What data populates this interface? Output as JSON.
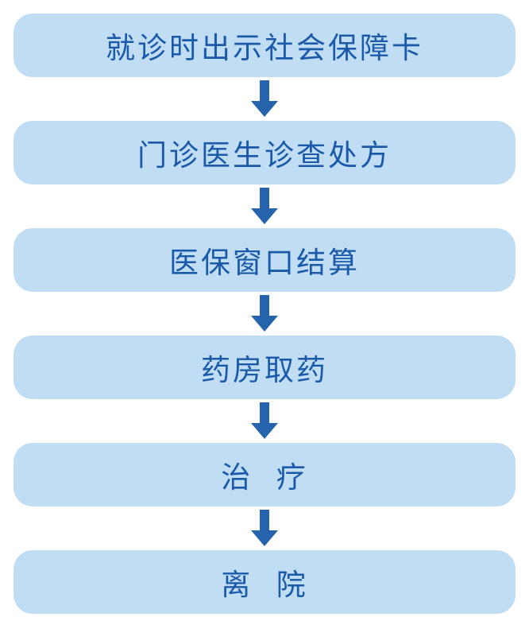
{
  "flow": {
    "steps": [
      {
        "label": "就诊时出示社会保障卡"
      },
      {
        "label": "门诊医生诊查处方"
      },
      {
        "label": "医保窗口结算"
      },
      {
        "label": "药房取药"
      },
      {
        "label": "治  疗"
      },
      {
        "label": "离  院"
      }
    ]
  },
  "colors": {
    "box_fill": "#c1ddf4",
    "text": "#1a5aa8",
    "arrow": "#2563ad"
  },
  "icons": {
    "connector": "arrow-down-icon"
  }
}
